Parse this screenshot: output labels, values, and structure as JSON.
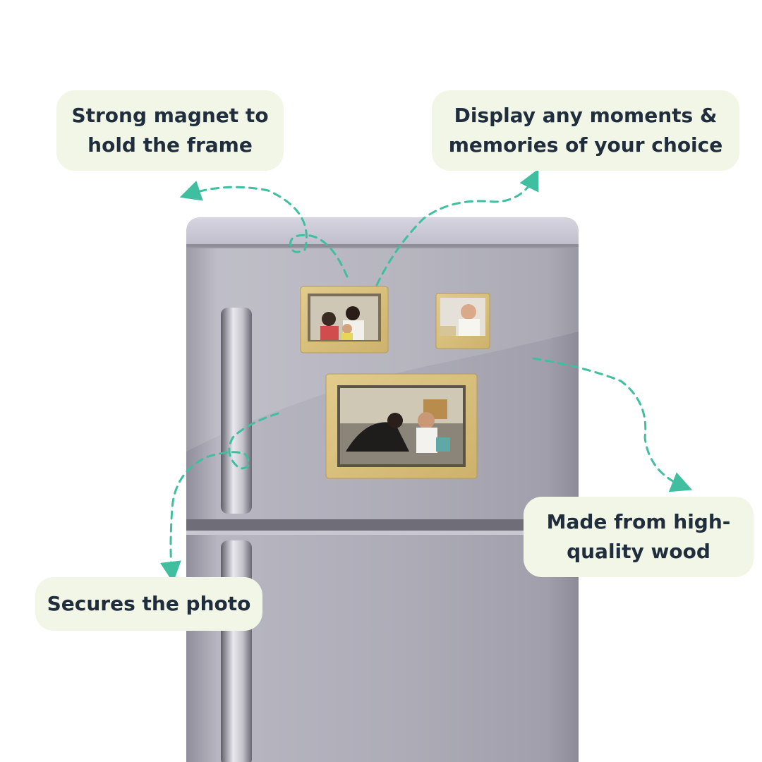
{
  "callouts": {
    "magnet": "Strong magnet to hold the frame",
    "display": "Display any moments & memories of your choice",
    "wood": "Made from high-quality wood",
    "secures": "Secures the photo"
  },
  "colors": {
    "callout_bg": "#f1f6e6",
    "callout_text": "#1f2d3d",
    "arrow": "#3fbf9f",
    "fridge": "#a9a8b4",
    "frame_wood": "#d8c07e"
  }
}
